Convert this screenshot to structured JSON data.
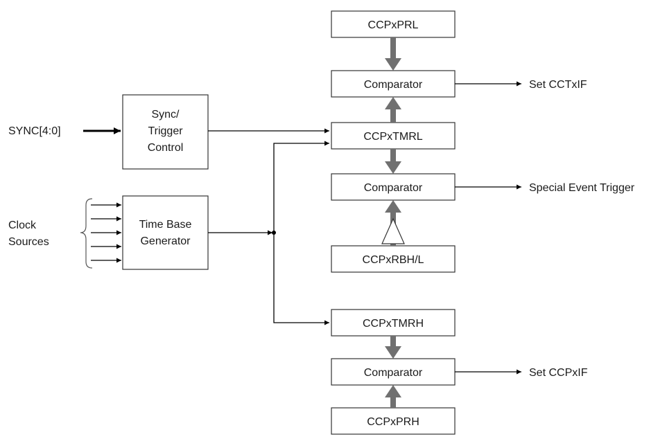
{
  "blocks": {
    "ccpxprl": "CCPxPRL",
    "comparator_top": "Comparator",
    "ccpxtmrl": "CCPxTMRL",
    "comparator_mid": "Comparator",
    "ccpxrbhl": "CCPxRBH/L",
    "ccpxtmrh": "CCPxTMRH",
    "comparator_bottom": "Comparator",
    "ccpxprh": "CCPxPRH",
    "sync_trigger": [
      "Sync/",
      "Trigger",
      "Control"
    ],
    "time_base": [
      "Time Base",
      "Generator"
    ]
  },
  "inputs": {
    "sync": "SYNC[4:0]",
    "clock_sources": [
      "Clock",
      "Sources"
    ]
  },
  "outputs": {
    "set_cctxif": "Set CCTxIF",
    "special_event_trigger": "Special Event Trigger",
    "set_ccpxif": "Set CCPxIF"
  },
  "colors": {
    "bus": "#707070",
    "line": "#000000",
    "box_stroke": "#333333"
  }
}
